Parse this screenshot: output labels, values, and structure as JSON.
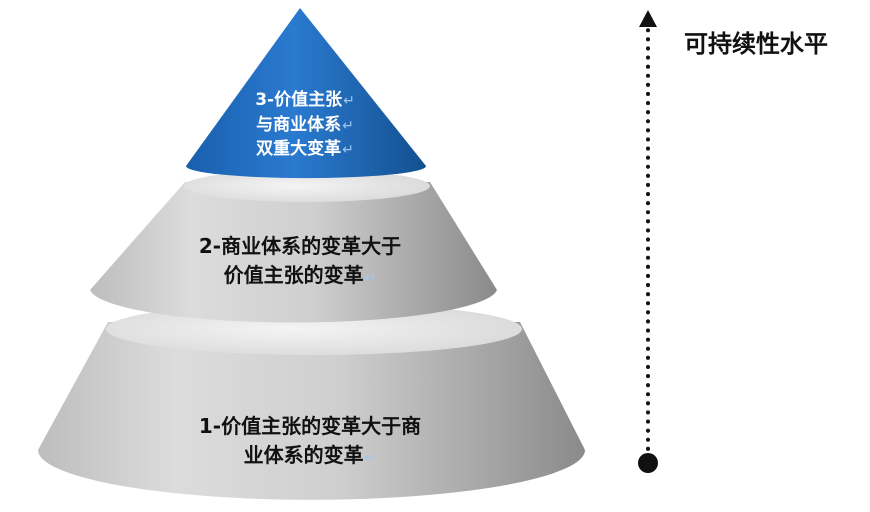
{
  "diagram": {
    "tiers": [
      {
        "level": 3,
        "lines": [
          "3-价值主张",
          "与商业体系",
          "双重大变革"
        ],
        "color": "#1f6bc0"
      },
      {
        "level": 2,
        "lines": [
          "2-商业体系的变革大于",
          "价值主张的变革"
        ],
        "color": "#c4c4c4"
      },
      {
        "level": 1,
        "lines": [
          "1-价值主张的变革大于商",
          "业体系的变革"
        ],
        "color": "#c4c4c4"
      }
    ],
    "axis": {
      "label": "可持续性水平",
      "direction": "up"
    },
    "colors": {
      "tier_gray": "#c4c4c4",
      "tier_blue": "#1f6bc0",
      "axis": "#111111",
      "return_mark": "#9fc6f2"
    }
  }
}
